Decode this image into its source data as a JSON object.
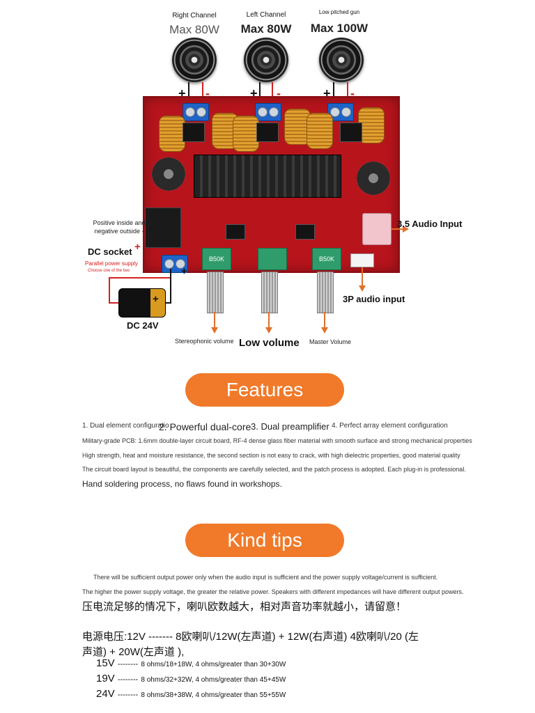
{
  "speakers": [
    {
      "title": "Right Channel",
      "power": "Max 80W"
    },
    {
      "title": "Left Channel",
      "power": "Max 80W"
    },
    {
      "title": "Low pitched gun",
      "power": "Max 100W"
    }
  ],
  "polarity": {
    "plus": "+",
    "minus": "-"
  },
  "board": {
    "pot_label": "B50K",
    "dc_title": "DC socket",
    "dc_note": "Positive inside and negative outside -",
    "parallel_note": "Parallel power supply",
    "choose_note": "Choose one of the two",
    "battery_label": "DC 24V",
    "input_35": "3.5 Audio Input",
    "input_3p": "3P audio input",
    "knob_stereo": "Stereophonic volume",
    "knob_low": "Low volume",
    "knob_master": "Master Volume"
  },
  "features": {
    "heading": "Features",
    "items": [
      "1. Dual element configuratio",
      "2. Powerful dual-core",
      "3. Dual preamplifier",
      "4. Perfect array element configuration"
    ],
    "lines": [
      "Military-grade PCB: 1.6mm double-layer circuit board, RF-4 dense glass fiber material with smooth surface and strong mechanical properties",
      "High strength, heat and moisture resistance, the second section is not easy to crack, with high dielectric properties, good material quality",
      "The circuit board layout is beautiful, the components are carefully selected, and the patch process is adopted. Each plug-in is professional.",
      "Hand soldering process, no flaws found in workshops."
    ]
  },
  "tips": {
    "heading": "Kind tips",
    "line1": "There will be sufficient output power only when the audio input is sufficient and the power supply voltage/current is sufficient.",
    "line2": "The higher the power supply voltage, the greater the relative power. Speakers with different impedances will have different output powers.",
    "cn_line": "压电流足够的情况下，喇叭欧数越大，相对声音功率就越小，请留意！",
    "voltage_line_a": "电源电压:12V ------- 8欧喇叭/12W(左声道) + 12W(右声道) 4欧喇叭/20 (左",
    "voltage_line_b": "声道) + 20W(左声道 ),",
    "rows": [
      {
        "volt": "15V",
        "dash": "--------",
        "spec": "8 ohms/18+18W, 4 ohms/greater than 30+30W"
      },
      {
        "volt": "19V",
        "dash": "--------",
        "spec": "8 ohms/32+32W, 4 ohms/greater than 45+45W"
      },
      {
        "volt": "24V",
        "dash": "--------",
        "spec": "8 ohms/38+38W, 4 ohms/greater than 55+55W"
      }
    ]
  },
  "colors": {
    "accent": "#f07a2a",
    "pcb": "#b8141c",
    "terminal": "#1d63c8"
  }
}
